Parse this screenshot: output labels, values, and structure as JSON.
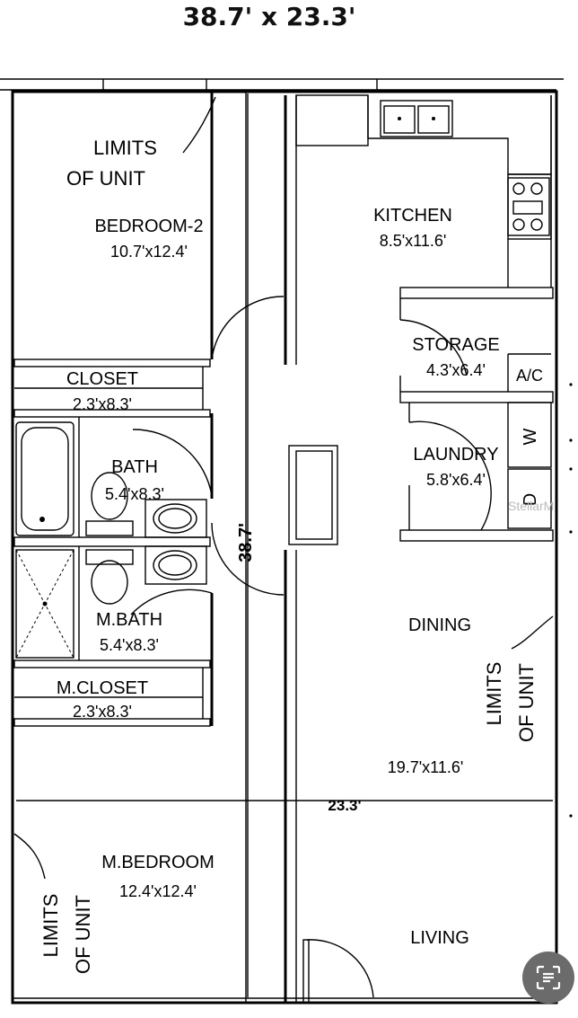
{
  "title": "38.7' x 23.3'",
  "rooms": {
    "bedroom2": {
      "name": "BEDROOM-2",
      "size": "10.7'x12.4'"
    },
    "kitchen": {
      "name": "KITCHEN",
      "size": "8.5'x11.6'"
    },
    "storage": {
      "name": "STORAGE",
      "size": "4.3'x6.4'"
    },
    "ac": {
      "name": "A/C"
    },
    "closet": {
      "name": "CLOSET",
      "size": "2.3'x8.3'"
    },
    "bath": {
      "name": "BATH",
      "size": "5.4'x8.3'"
    },
    "laundry": {
      "name": "LAUNDRY",
      "size": "5.8'x6.4'"
    },
    "washer": {
      "name": "W"
    },
    "dryer": {
      "name": "D"
    },
    "mbath": {
      "name": "M.BATH",
      "size": "5.4'x8.3'"
    },
    "dining": {
      "name": "DINING"
    },
    "mcloset": {
      "name": "M.CLOSET",
      "size": "2.3'x8.3'"
    },
    "living_dining_size": "19.7'x11.6'",
    "mbedroom": {
      "name": "M.BEDROOM",
      "size": "12.4'x12.4'"
    },
    "living": {
      "name": "LIVING"
    }
  },
  "limits": {
    "line1": "LIMITS",
    "line2": "OF UNIT"
  },
  "dimensions": {
    "length": "38.7'",
    "width": "23.3'"
  },
  "watermark": "StellarM",
  "scan_button": {
    "icon": "scan-text-icon"
  },
  "colors": {
    "ink": "#000000",
    "background": "#ffffff",
    "button": "#6b6b6b"
  }
}
